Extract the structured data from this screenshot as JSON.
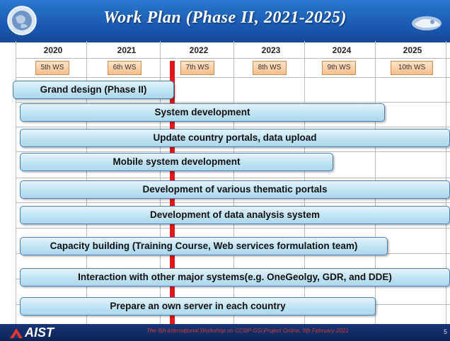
{
  "header": {
    "title": "Work Plan (Phase II, 2021-2025)"
  },
  "timeline": {
    "years": [
      "2020",
      "2021",
      "2022",
      "2023",
      "2024",
      "2025"
    ],
    "workshops": [
      "5th WS",
      "6th WS",
      "7th WS",
      "8th WS",
      "9th WS",
      "10th WS"
    ]
  },
  "tasks": [
    {
      "label": "Grand design (Phase II)"
    },
    {
      "label": "System development"
    },
    {
      "label": "Update country portals, data upload"
    },
    {
      "label": "Mobile system development"
    },
    {
      "label": "Development of various thematic portals"
    },
    {
      "label": "Development of data analysis system"
    },
    {
      "label": "Capacity building (Training Course, Web services formulation team)"
    },
    {
      "label": "Interaction with other major systems(e.g. OneGeolgy, GDR, and DDE)"
    },
    {
      "label": "Prepare an own server in each country"
    }
  ],
  "footer": {
    "logo": "AIST",
    "caption": "The 6th International Workshop on CCOP GSi Project Online, 9th February 2021",
    "page_number": "5"
  },
  "colors": {
    "title_bar": "#1c5cb5",
    "task_fill": "#bfe3f3",
    "task_border": "#4a7fb5",
    "workshop_fill": "#f6be8c",
    "today_marker": "#e01818",
    "footer_bar": "#0b2356"
  }
}
